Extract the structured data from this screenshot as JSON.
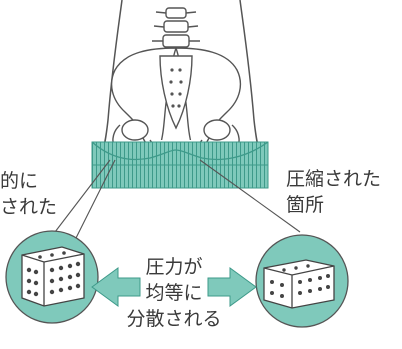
{
  "labels": {
    "left_line1": "的に",
    "left_line2": "された",
    "right_line1": "圧縮された",
    "right_line2": "箇所",
    "center_line1": "圧力が",
    "center_line2": "均等に",
    "center_line3": "分散される"
  },
  "colors": {
    "teal": "#7fc9bb",
    "teal_dark": "#3e9a8a",
    "line": "#555555",
    "text": "#3a3a3a"
  },
  "icons": [
    "pelvis-spine-icon",
    "cushion-icon",
    "lattice-cube-icon",
    "arrow-left-icon",
    "arrow-right-icon"
  ]
}
